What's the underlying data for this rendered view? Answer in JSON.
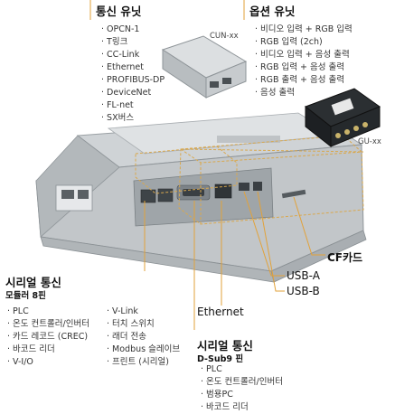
{
  "comm_unit": {
    "title": "통신 유닛",
    "items": [
      "OPCN-1",
      "T링크",
      "CC-Link",
      "Ethernet",
      "PROFIBUS-DP",
      "DeviceNet",
      "FL-net",
      "SX버스"
    ],
    "device_label": "CUN-xx"
  },
  "option_unit": {
    "title": "옵션 유닛",
    "items": [
      "비디오 입력 + RGB 입력",
      "RGB 입력 (2ch)",
      "비디오 입력 + 음성 출력",
      "RGB 입력 + 음성 출력",
      "RGB 출력 + 음성 출력",
      "음성 출력"
    ],
    "device_label": "GU-xx"
  },
  "serial_modular": {
    "title": "시리얼 통신",
    "subtitle": "모듈러 8핀",
    "items_col1": [
      "PLC",
      "온도 컨트롤러/인버터",
      "카드 레코드 (CREC)",
      "바코드 리더",
      "V-I/O"
    ],
    "items_col2": [
      "V-Link",
      "터치 스위치",
      "래더 전송",
      "Modbus 슬레이브",
      "프린트 (시리얼)"
    ]
  },
  "serial_dsub": {
    "title": "시리얼 통신",
    "subtitle": "D-Sub9 핀",
    "items": [
      "PLC",
      "온도 컨트롤러/인버터",
      "범용PC",
      "바코드 리더"
    ]
  },
  "port_labels": {
    "cf_card": "CF카드",
    "usb_a": "USB-A",
    "usb_b": "USB-B",
    "ethernet": "Ethernet"
  }
}
